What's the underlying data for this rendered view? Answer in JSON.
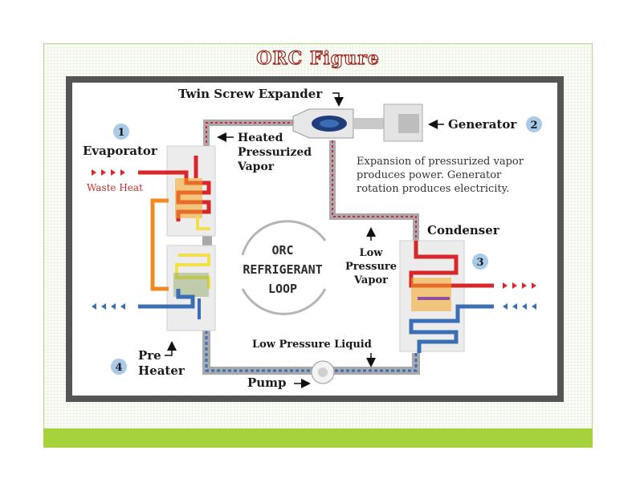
{
  "title": "ORC Figure",
  "labels": {
    "twin_screw_expander": "Twin Screw Expander",
    "generator": "Generator",
    "heated_pressurized_vapor": [
      "Heated",
      "Pressurized",
      "Vapor"
    ],
    "evaporator": "Evaporator",
    "waste_heat": "Waste Heat",
    "expansion_note": [
      "Expansion of pressurized vapor",
      "produces power. Generator",
      "rotation produces electricity."
    ],
    "low_pressure_vapor": [
      "Low",
      "Pressure",
      "Vapor"
    ],
    "condenser": "Condenser",
    "loop": [
      "ORC",
      "REFRIGERANT",
      "LOOP"
    ],
    "low_pressure_liquid": "Low Pressure Liquid",
    "pre_heater": [
      "Pre",
      "Heater"
    ],
    "pump": "Pump"
  },
  "badges": [
    "1",
    "2",
    "3",
    "4"
  ],
  "colors": {
    "hot": "#d9262a",
    "warm": "#f08a24",
    "cool": "#3a6fb5",
    "pipe": "#a7a9ac",
    "frame": "#555555",
    "badge": "#a9cbe8",
    "accent_bar": "#a6d33c",
    "title_outline": "#9c1e14"
  }
}
